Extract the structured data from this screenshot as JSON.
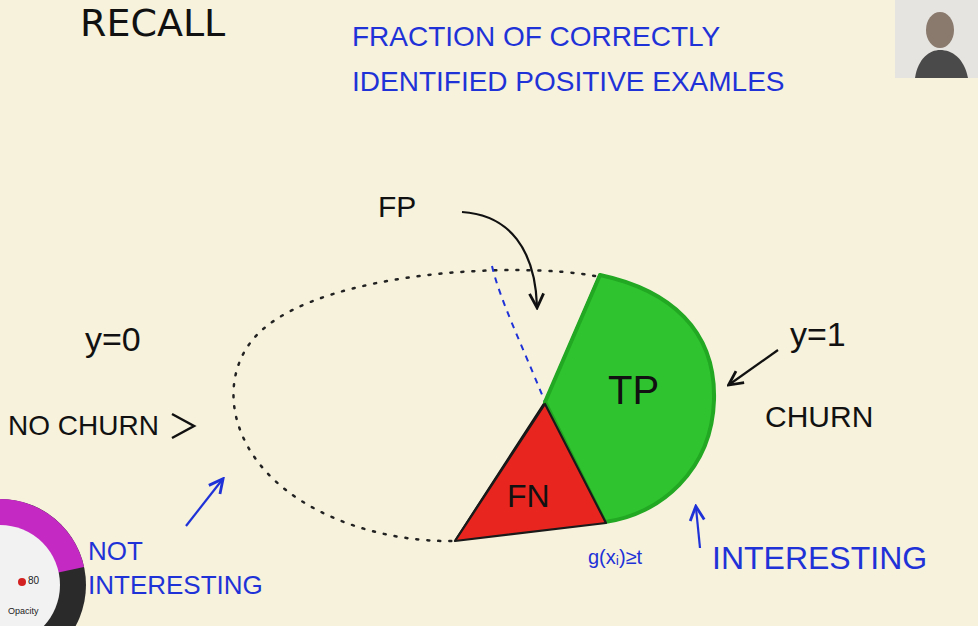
{
  "diagram": {
    "title": "RECALL",
    "nodes": [
      {
        "text": [
          "TP"
        ]
      },
      {
        "text": [
          "FN"
        ]
      }
    ],
    "labels": [
      "FRACTION OF CORRECTLY IDENTIFIED POSITIVE EXAMLES",
      "FP",
      "y=0",
      "NO CHURN",
      "y=1",
      "CHURN",
      "NOT INTERESTING",
      "g(xᵢ)≥t",
      "INTERESTING",
      "80",
      "Opacity"
    ]
  }
}
